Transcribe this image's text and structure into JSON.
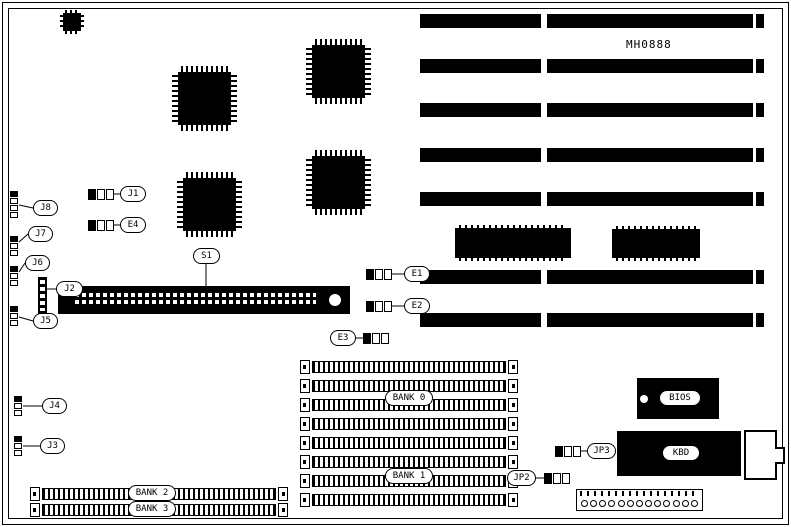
{
  "diagram": {
    "part_number": "MH0888",
    "labels": {
      "j1": "J1",
      "j2": "J2",
      "j3": "J3",
      "j4": "J4",
      "j5": "J5",
      "j6": "J6",
      "j7": "J7",
      "j8": "J8",
      "e1": "E1",
      "e2": "E2",
      "e3": "E3",
      "e4": "E4",
      "s1": "S1",
      "jp2": "JP2",
      "jp3": "JP3",
      "bank0": "BANK 0",
      "bank1": "BANK 1",
      "bank2": "BANK 2",
      "bank3": "BANK 3",
      "bios": "BIOS",
      "kbd": "KBD"
    },
    "colors": {
      "ink": "#000000",
      "paper": "#ffffff"
    }
  }
}
